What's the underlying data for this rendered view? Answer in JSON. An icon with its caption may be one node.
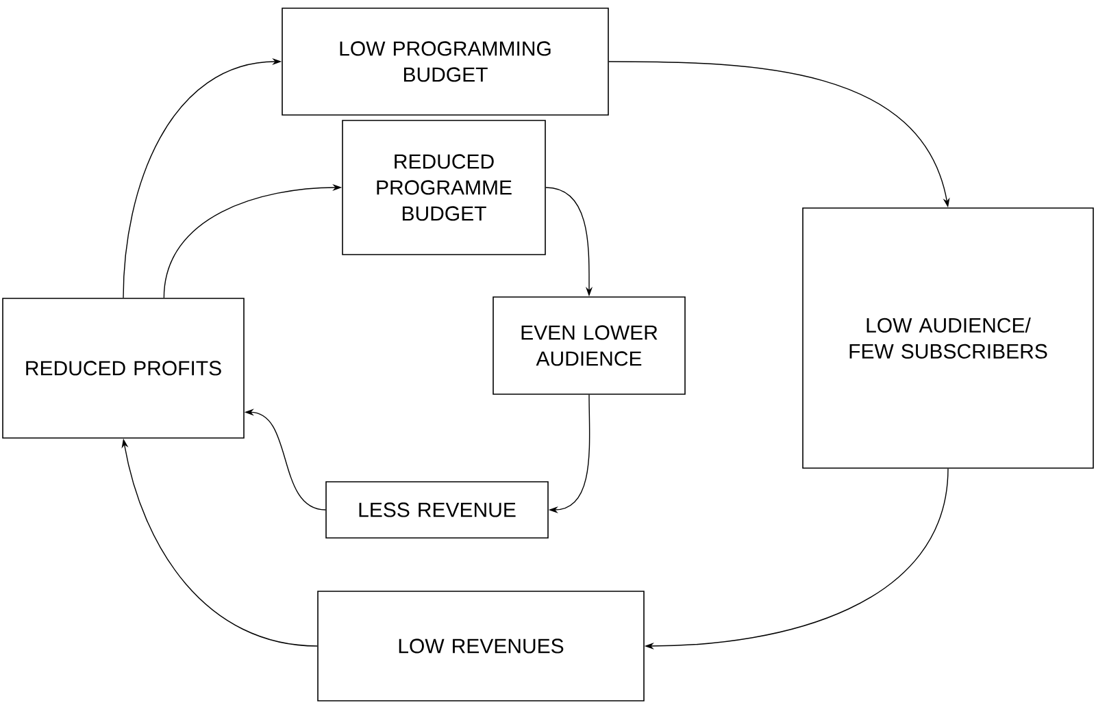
{
  "diagram": {
    "nodes": [
      {
        "text": [
          "LOW PROGRAMMING BUDGET"
        ]
      },
      {
        "text": [
          "LOW AUDIENCE/ FEW SUBSCRIBERS"
        ]
      },
      {
        "text": [
          "LOW REVENUES"
        ]
      },
      {
        "text": [
          "REDUCED PROFITS"
        ]
      },
      {
        "text": [
          "REDUCED PROGRAMME BUDGET"
        ]
      },
      {
        "text": [
          "EVEN LOWER AUDIENCE"
        ]
      },
      {
        "text": [
          "LESS REVENUE"
        ]
      }
    ],
    "edges": [
      {
        "from": 0,
        "to": 1,
        "arrow": "to"
      },
      {
        "from": 1,
        "to": 2,
        "arrow": "to"
      },
      {
        "from": 2,
        "to": 3,
        "arrow": "to"
      },
      {
        "from": 3,
        "to": 0,
        "arrow": "to"
      },
      {
        "from": 3,
        "to": 4,
        "arrow": "to"
      },
      {
        "from": 4,
        "to": 5,
        "arrow": "to"
      },
      {
        "from": 5,
        "to": 6,
        "arrow": "to"
      },
      {
        "from": 6,
        "to": 3,
        "arrow": "to"
      }
    ]
  }
}
